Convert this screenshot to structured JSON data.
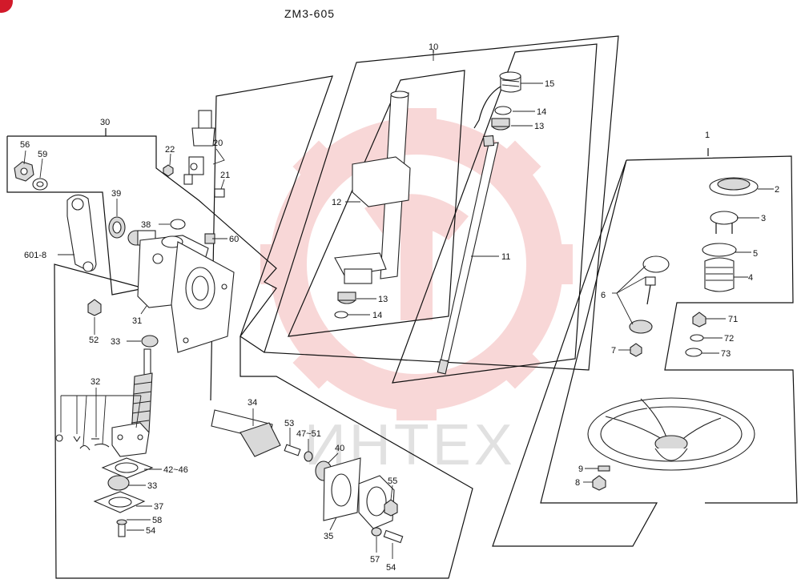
{
  "diagram_title": "ZM3-605",
  "watermark_text": "ИНТЕХ",
  "colors": {
    "line": "#111111",
    "watermark_gear": "#f3b8b8",
    "watermark_text": "#bdbdbd",
    "corner_badge": "#d21a2a"
  },
  "labels": {
    "l1": "1",
    "l2": "2",
    "l3": "3",
    "l4": "4",
    "l5": "5",
    "l6": "6",
    "l7": "7",
    "l8": "8",
    "l9": "9",
    "l10": "10",
    "l11": "11",
    "l12": "12",
    "l13a": "13",
    "l13b": "13",
    "l14a": "14",
    "l14b": "14",
    "l15": "15",
    "l20": "20",
    "l21": "21",
    "l22": "22",
    "l30": "30",
    "l31": "31",
    "l32": "32",
    "l33a": "33",
    "l33b": "33",
    "l34": "34",
    "l35": "35",
    "l37": "37",
    "l38": "38",
    "l39": "39",
    "l40": "40",
    "l42": "42~46",
    "l47": "47~51",
    "l52": "52",
    "l53": "53",
    "l54a": "54",
    "l54b": "54",
    "l55": "55",
    "l56": "56",
    "l57": "57",
    "l58": "58",
    "l59": "59",
    "l60": "60",
    "l601": "601-8",
    "l71": "71",
    "l72": "72",
    "l73": "73"
  }
}
